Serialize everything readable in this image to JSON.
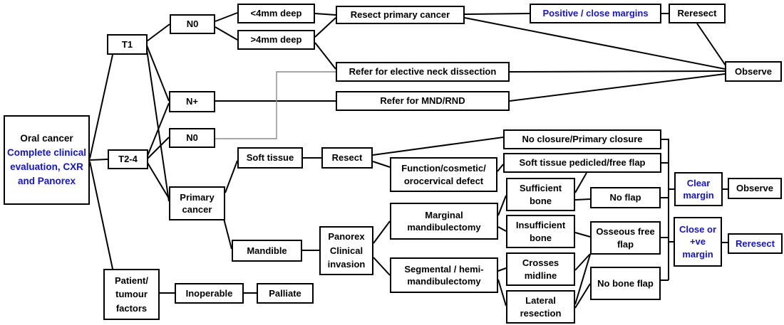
{
  "diagram": {
    "type": "flowchart",
    "subject": "Oral cancer management decision tree"
  },
  "colors": {
    "accent_blue": "#1414d6",
    "line_black": "#000000",
    "connector_gray": "#8a8a8a",
    "background": "#ffffff"
  },
  "nodes": {
    "oral_cancer": {
      "title": "Oral cancer",
      "subtitle": "Complete clinical evaluation, CXR and Panorex"
    },
    "t1": {
      "label": "T1"
    },
    "t2_4": {
      "label": "T2-4"
    },
    "patient_factors": {
      "label": "Patient/ tumour factors"
    },
    "n0_top": {
      "label": "N0"
    },
    "n_plus": {
      "label": "N+"
    },
    "n0_bottom": {
      "label": "N0"
    },
    "lt_4mm": {
      "label": "<4mm deep"
    },
    "gt_4mm": {
      "label": ">4mm deep"
    },
    "resect_primary": {
      "label": "Resect primary cancer"
    },
    "positive_margins": {
      "label": "Positive / close margins"
    },
    "reresect_top": {
      "label": "Reresect"
    },
    "refer_elective": {
      "label": "Refer for elective  neck dissection"
    },
    "refer_mnd": {
      "label": "Refer for MND/RND"
    },
    "observe_top": {
      "label": "Observe"
    },
    "soft_tissue": {
      "label": "Soft tissue"
    },
    "resect": {
      "label": "Resect"
    },
    "primary_cancer": {
      "label": "Primary cancer"
    },
    "mandible": {
      "label": "Mandible"
    },
    "panorex": {
      "label": "Panorex Clinical invasion"
    },
    "no_closure": {
      "label": "No closure/Primary closure"
    },
    "pedicled_flap": {
      "label": "Soft tissue pedicled/free flap"
    },
    "function_defect": {
      "label": "Function/cosmetic/ orocervical defect"
    },
    "sufficient_bone": {
      "label": "Sufficient bone"
    },
    "insufficient_bone": {
      "label": "Insufficient bone"
    },
    "no_flap": {
      "label": "No flap"
    },
    "osseous_flap": {
      "label": "Osseous free flap"
    },
    "no_bone_flap": {
      "label": "No bone flap"
    },
    "marginal_mand": {
      "label": "Marginal mandibulectomy"
    },
    "segmental_mand": {
      "label": "Segmental / hemi- mandibulectomy"
    },
    "crosses_midline": {
      "label": "Crosses midline"
    },
    "lateral_resection": {
      "label": "Lateral resection"
    },
    "clear_margin": {
      "label": "Clear margin"
    },
    "close_margin": {
      "label": "Close or +ve margin"
    },
    "observe_bottom": {
      "label": "Observe"
    },
    "reresect_bottom": {
      "label": "Reresect"
    },
    "inoperable": {
      "label": "Inoperable"
    },
    "palliate": {
      "label": "Palliate"
    }
  },
  "edges": [
    [
      "oral_cancer",
      "t1"
    ],
    [
      "oral_cancer",
      "t2_4"
    ],
    [
      "oral_cancer",
      "patient_factors"
    ],
    [
      "t1",
      "n0_top"
    ],
    [
      "t1",
      "n_plus"
    ],
    [
      "t1",
      "primary_cancer"
    ],
    [
      "t2_4",
      "n_plus"
    ],
    [
      "t2_4",
      "n0_bottom"
    ],
    [
      "t2_4",
      "primary_cancer"
    ],
    [
      "n0_top",
      "lt_4mm"
    ],
    [
      "n0_top",
      "gt_4mm"
    ],
    [
      "lt_4mm",
      "resect_primary"
    ],
    [
      "gt_4mm",
      "resect_primary"
    ],
    [
      "gt_4mm",
      "refer_elective"
    ],
    [
      "resect_primary",
      "positive_margins"
    ],
    [
      "resect_primary",
      "observe_top"
    ],
    [
      "positive_margins",
      "reresect_top"
    ],
    [
      "reresect_top",
      "observe_top"
    ],
    [
      "refer_elective",
      "observe_top"
    ],
    [
      "refer_mnd",
      "observe_top"
    ],
    [
      "n_plus",
      "refer_mnd"
    ],
    [
      "n0_bottom",
      "refer_elective"
    ],
    [
      "primary_cancer",
      "soft_tissue"
    ],
    [
      "primary_cancer",
      "mandible"
    ],
    [
      "soft_tissue",
      "resect"
    ],
    [
      "resect",
      "no_closure"
    ],
    [
      "resect",
      "function_defect"
    ],
    [
      "function_defect",
      "pedicled_flap"
    ],
    [
      "mandible",
      "panorex"
    ],
    [
      "panorex",
      "marginal_mand"
    ],
    [
      "panorex",
      "segmental_mand"
    ],
    [
      "marginal_mand",
      "sufficient_bone"
    ],
    [
      "marginal_mand",
      "insufficient_bone"
    ],
    [
      "segmental_mand",
      "crosses_midline"
    ],
    [
      "segmental_mand",
      "lateral_resection"
    ],
    [
      "sufficient_bone",
      "pedicled_flap"
    ],
    [
      "sufficient_bone",
      "no_flap"
    ],
    [
      "insufficient_bone",
      "osseous_flap"
    ],
    [
      "crosses_midline",
      "osseous_flap"
    ],
    [
      "lateral_resection",
      "osseous_flap"
    ],
    [
      "lateral_resection",
      "no_bone_flap"
    ],
    [
      "no_closure",
      "margin_bracket"
    ],
    [
      "pedicled_flap",
      "margin_bracket"
    ],
    [
      "no_flap",
      "margin_bracket"
    ],
    [
      "osseous_flap",
      "margin_bracket"
    ],
    [
      "no_bone_flap",
      "margin_bracket"
    ],
    [
      "margin_bracket",
      "clear_margin"
    ],
    [
      "margin_bracket",
      "close_margin"
    ],
    [
      "clear_margin",
      "observe_bottom"
    ],
    [
      "close_margin",
      "reresect_bottom"
    ],
    [
      "patient_factors",
      "inoperable"
    ],
    [
      "inoperable",
      "palliate"
    ]
  ]
}
